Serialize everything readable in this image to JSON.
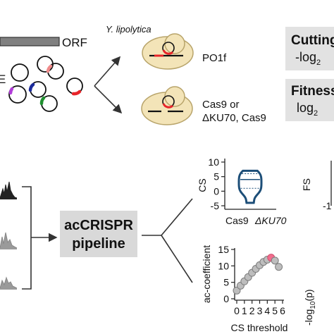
{
  "library": {
    "orf_label": "ORF",
    "partial_label": "E"
  },
  "organism": {
    "name": "Y. lipolytica",
    "strain_a": "PO1f",
    "strain_b_line1": "Cas9 or",
    "strain_b_line2": "ΔKU70, Cas9"
  },
  "scores": {
    "cutting_title": "Cutting",
    "cutting_formula": "-log",
    "cutting_sub": "2",
    "fitness_title": "Fitness",
    "fitness_formula": "log",
    "fitness_sub": "2"
  },
  "pipeline": {
    "line1": "acCRISPR",
    "line2": "pipeline"
  },
  "colors": {
    "box_gray": "#e2e2e2",
    "cell_fill": "#f3e4b8",
    "cell_stroke": "#b8a46a",
    "plasmid_red": "#e8252a",
    "violin_blue": "#1c4e78",
    "curve_gray": "#bdbdbd",
    "curve_peak": "#f26d8d",
    "bar_gray": "#9a9a9a"
  },
  "chart_data": [
    {
      "type": "violin",
      "ylabel": "CS",
      "yticks": [
        "10",
        "5",
        "0",
        "-5"
      ],
      "ylim": [
        -5,
        10
      ],
      "categories": [
        "Cas9",
        "ΔKU70"
      ],
      "xlabel_a": "Cas9",
      "xlabel_b": "ΔKU70",
      "series": [
        {
          "values": [
            -4,
            -1,
            0,
            1,
            2,
            3,
            4,
            5,
            6,
            7
          ],
          "median": 4,
          "q1": 1,
          "q3": 6
        }
      ]
    },
    {
      "type": "scatter",
      "xlabel": "CS threshold",
      "ylabel": "ac-coefficient",
      "yticks": [
        "15",
        "10",
        "5",
        "0"
      ],
      "xticks": [
        "0",
        "1",
        "2",
        "3",
        "4",
        "5",
        "6"
      ],
      "xlim": [
        0,
        6
      ],
      "ylim": [
        0,
        15
      ],
      "x": [
        0.0,
        0.5,
        1.0,
        1.5,
        2.0,
        2.5,
        3.0,
        3.5,
        4.0,
        4.5,
        5.0,
        5.5
      ],
      "y": [
        2.5,
        4.0,
        5.3,
        6.6,
        7.9,
        9.1,
        10.2,
        11.2,
        11.9,
        12.5,
        11.6,
        9.7
      ],
      "highlight_index": 9
    }
  ],
  "right_edge": {
    "fs_label": "FS",
    "fs_tick": "-1",
    "logp_label": "-log",
    "logp_sub": "10",
    "logp_rest": "(p)"
  }
}
